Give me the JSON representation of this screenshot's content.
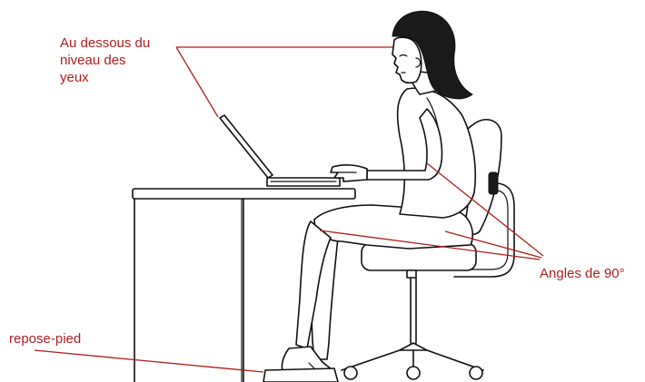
{
  "labels": {
    "eye_level_line1": "Au dessous du",
    "eye_level_line2": "niveau des",
    "eye_level_line3": "yeux",
    "angles": "Angles de 90°",
    "footrest": "repose-pied"
  },
  "colors": {
    "annotation": "#b01d1d",
    "ink": "#111111",
    "background": "#ffffff"
  }
}
